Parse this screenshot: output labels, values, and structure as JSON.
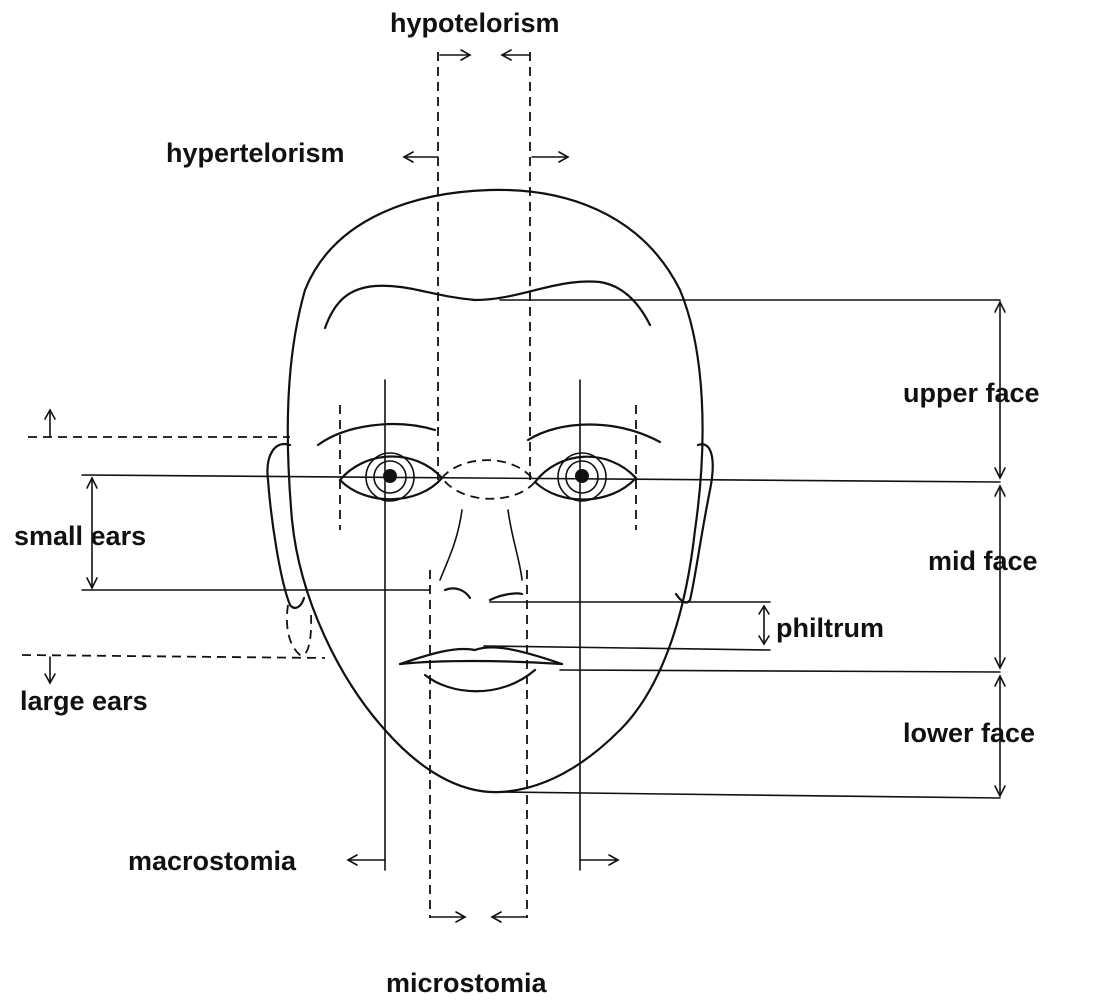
{
  "labels": {
    "hypotelorism": "hypotelorism",
    "hypertelorism": "hypertelorism",
    "upper_face": "upper face",
    "small_ears": "small ears",
    "mid_face": "mid face",
    "philtrum": "philtrum",
    "large_ears": "large ears",
    "lower_face": "lower face",
    "macrostomia": "macrostomia",
    "microstomia": "microstomia"
  }
}
